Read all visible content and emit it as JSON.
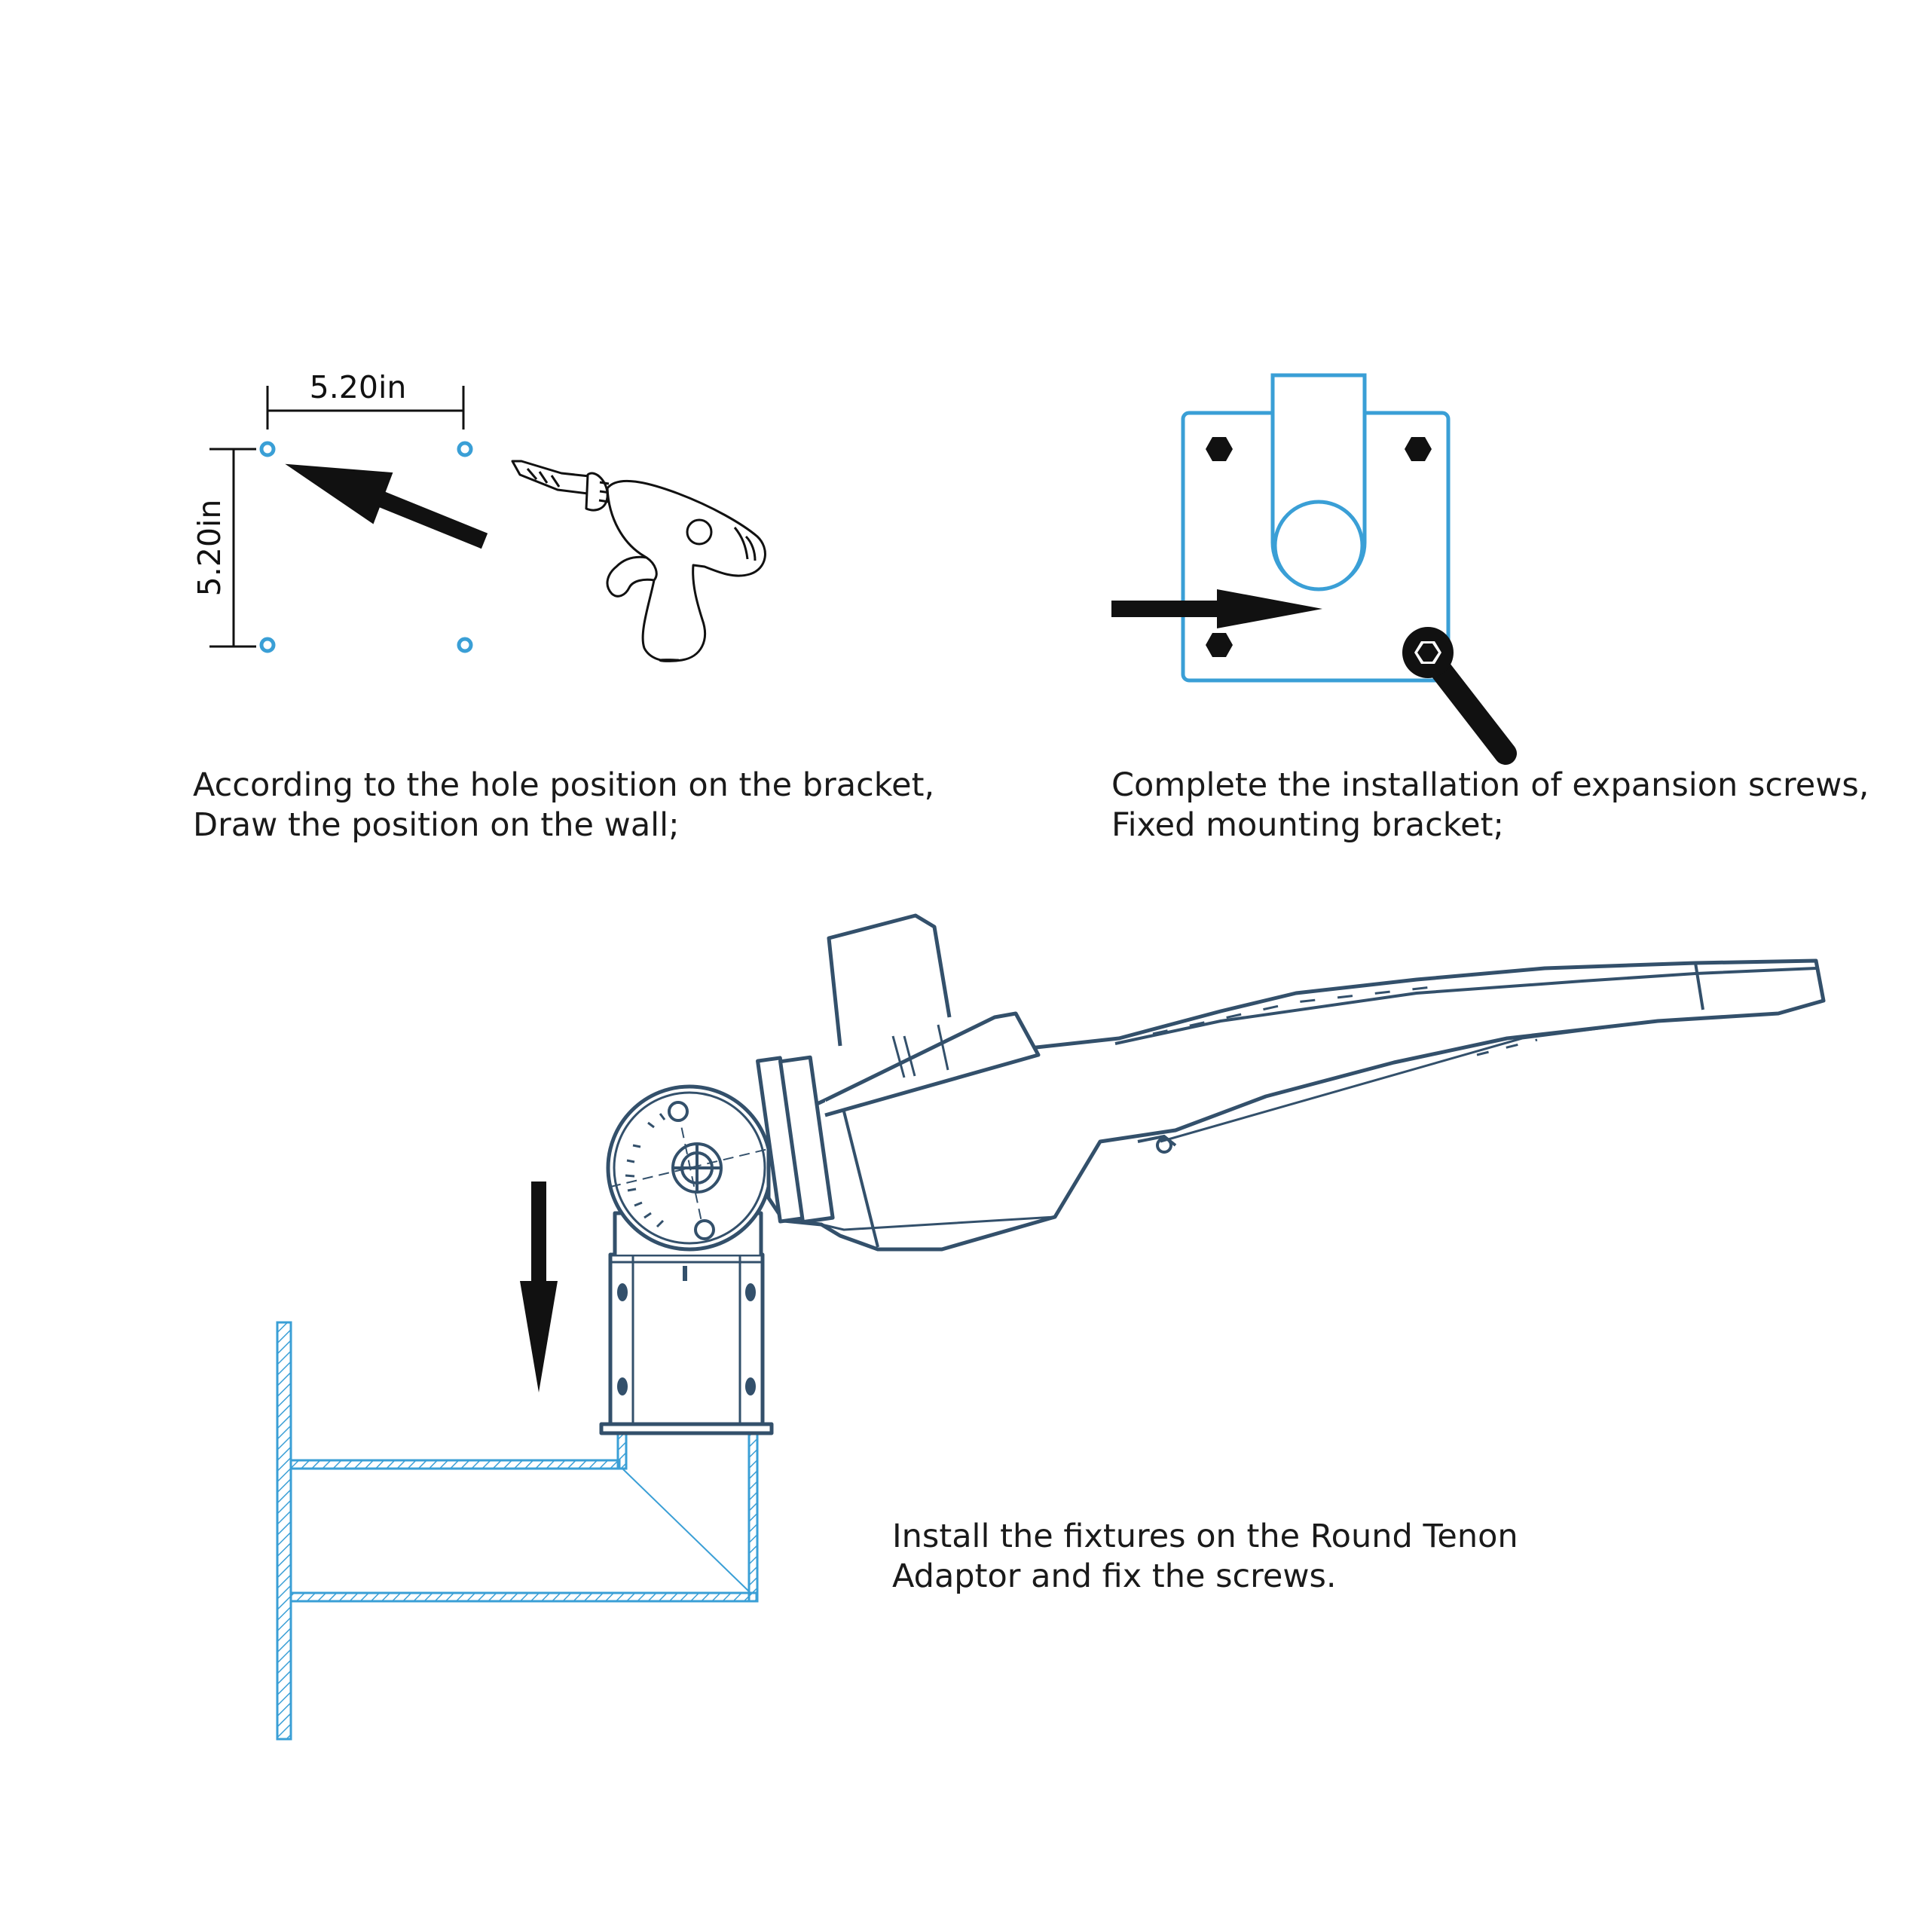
{
  "step1": {
    "dim_horizontal": "5.20in",
    "dim_vertical": "5.20in",
    "caption_line1": "According to the hole position on the bracket,",
    "caption_line2": "Draw the position on the wall;"
  },
  "step2": {
    "caption_line1": "Complete the installation of expansion screws,",
    "caption_line2": "Fixed mounting bracket;"
  },
  "step3": {
    "caption_line1": "Install the fixtures on the Round Tenon",
    "caption_line2": "Adaptor and fix the screws."
  },
  "colors": {
    "blue": "#3a9fd6",
    "navy": "#33506b",
    "black": "#111111"
  },
  "icons": {
    "step1_tool": "power-drill-icon",
    "step2_tool": "wrench-icon"
  }
}
